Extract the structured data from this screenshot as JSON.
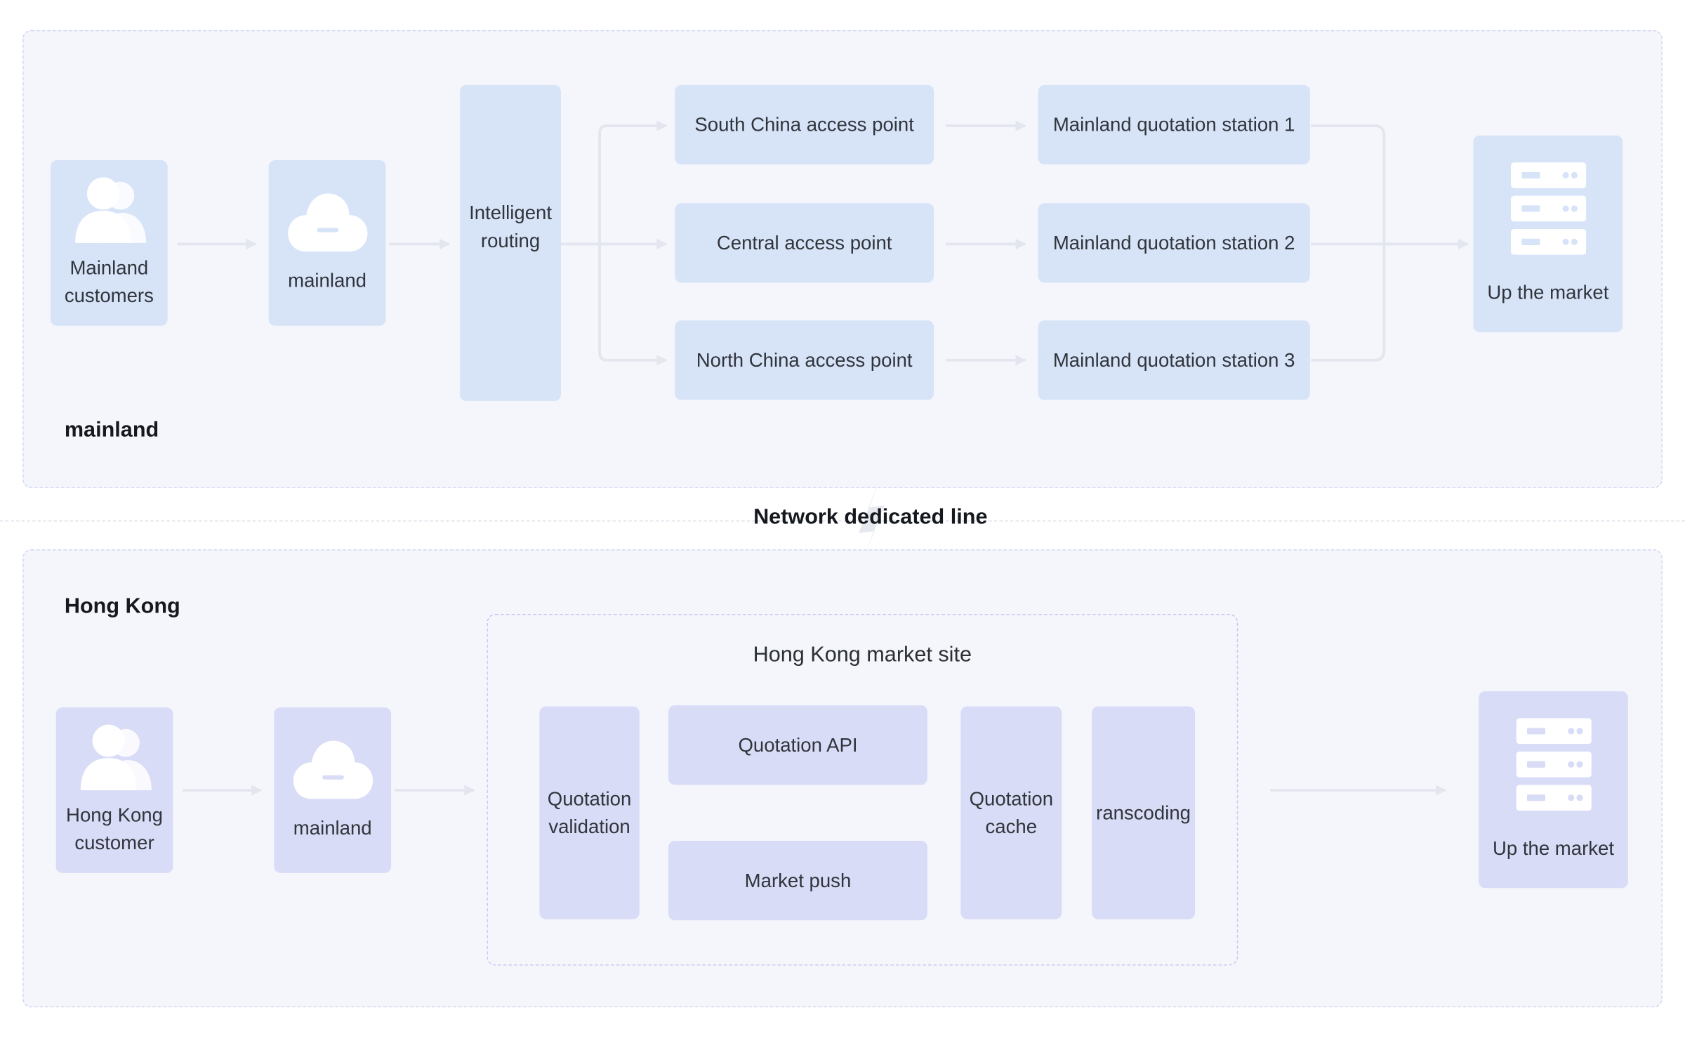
{
  "mainland_region": {
    "label": "mainland",
    "customers": "Mainland\ncustomers",
    "cloud": "mainland",
    "routing": "Intelligent\nrouting",
    "access_points": [
      "South China access point",
      "Central access point",
      "North China access point"
    ],
    "stations": [
      "Mainland quotation station 1",
      "Mainland quotation station 2",
      "Mainland quotation station 3"
    ],
    "market": "Up the market"
  },
  "link_label": "Network dedicated line",
  "hongkong_region": {
    "label": "Hong Kong",
    "customers": "Hong Kong\ncustomer",
    "cloud": "mainland",
    "site_title": "Hong Kong market site",
    "validation": "Quotation\nvalidation",
    "api": "Quotation API",
    "push": "Market push",
    "cache": "Quotation\ncache",
    "transcoding": "ranscoding",
    "market": "Up the market"
  },
  "icons": {
    "customers": "users-icon",
    "cloud": "cloud-icon",
    "market": "server-icon",
    "link": "lightning-icon"
  },
  "colors": {
    "region_bg": "#f5f6fc",
    "node_blue": "#d7e4f8",
    "node_violet": "#d9dcf6",
    "arrow": "#e3e6ee"
  }
}
